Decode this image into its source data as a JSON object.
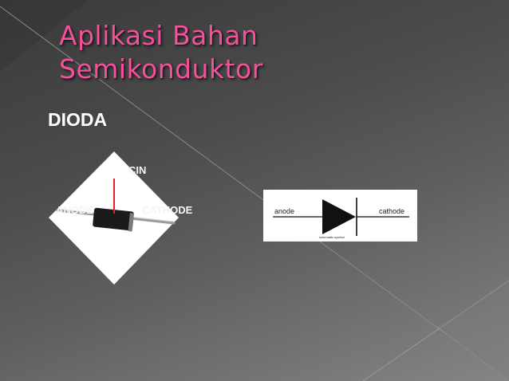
{
  "slide": {
    "title_line1": "Aplikasi Bahan",
    "title_line2": "Semikonduktor",
    "heading": "DIODA"
  },
  "diode_photo": {
    "label_top": "CIN",
    "label_left": "ANODE",
    "label_right": "CATHODE"
  },
  "diode_symbol": {
    "anode_label": "anode",
    "cathode_label": "cathode",
    "caption": "schematic symbol"
  },
  "colors": {
    "title": "#f4509b",
    "heading": "#ffffff",
    "marker_line": "#e0242a"
  }
}
